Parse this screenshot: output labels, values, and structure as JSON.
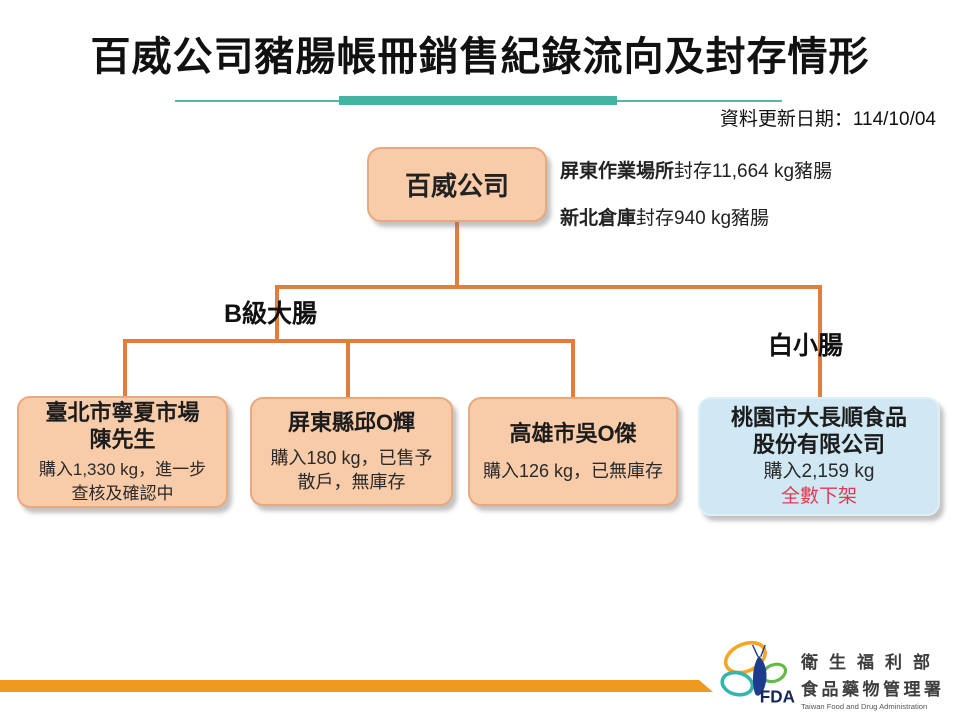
{
  "header": {
    "title": "百威公司豬腸帳冊銷售紀錄流向及封存情形",
    "updated": "資料更新日期：114/10/04"
  },
  "root": {
    "label": "百威公司",
    "seal_notes": [
      {
        "bold": "屏東作業場所",
        "rest": "封存11,664 kg豬腸"
      },
      {
        "bold": "新北倉庫",
        "rest": "封存940 kg豬腸"
      }
    ]
  },
  "branches": {
    "left_label": "B級大腸",
    "right_label": "白小腸"
  },
  "buyers": [
    {
      "name_line1": "臺北市寧夏市場",
      "name_line2": "陳先生",
      "detail_line1": "購入1,330 kg，進一步",
      "detail_line2": "查核及確認中"
    },
    {
      "name_line1": "屏東縣邱O輝",
      "detail_line1": "購入180 kg，已售予",
      "detail_line2": "散戶，無庫存"
    },
    {
      "name_line1": "高雄市吳O傑",
      "detail_line1": "購入126 kg，已無庫存"
    },
    {
      "name_line1": "桃園市大長順食品",
      "name_line2": "股份有限公司",
      "detail_line1": "購入2,159 kg",
      "alert": "全數下架"
    }
  ],
  "footer": {
    "fda_acronym": "FDA",
    "org_line1": "衛生福利部",
    "org_line2": "食品藥物管理署",
    "org_line3": "Taiwan Food and Drug Administration"
  },
  "colors": {
    "accent_teal": "#45B3A2",
    "connector_orange": "#DF7E3E",
    "node_fill_peach": "#F8CBA9",
    "node_border_peach": "#E9A97E",
    "highlight_fill_blue": "#CFE8F3",
    "alert_red": "#E8374F",
    "footer_bar_orange": "#F0991F",
    "logo_navy": "#1D3C8C"
  }
}
